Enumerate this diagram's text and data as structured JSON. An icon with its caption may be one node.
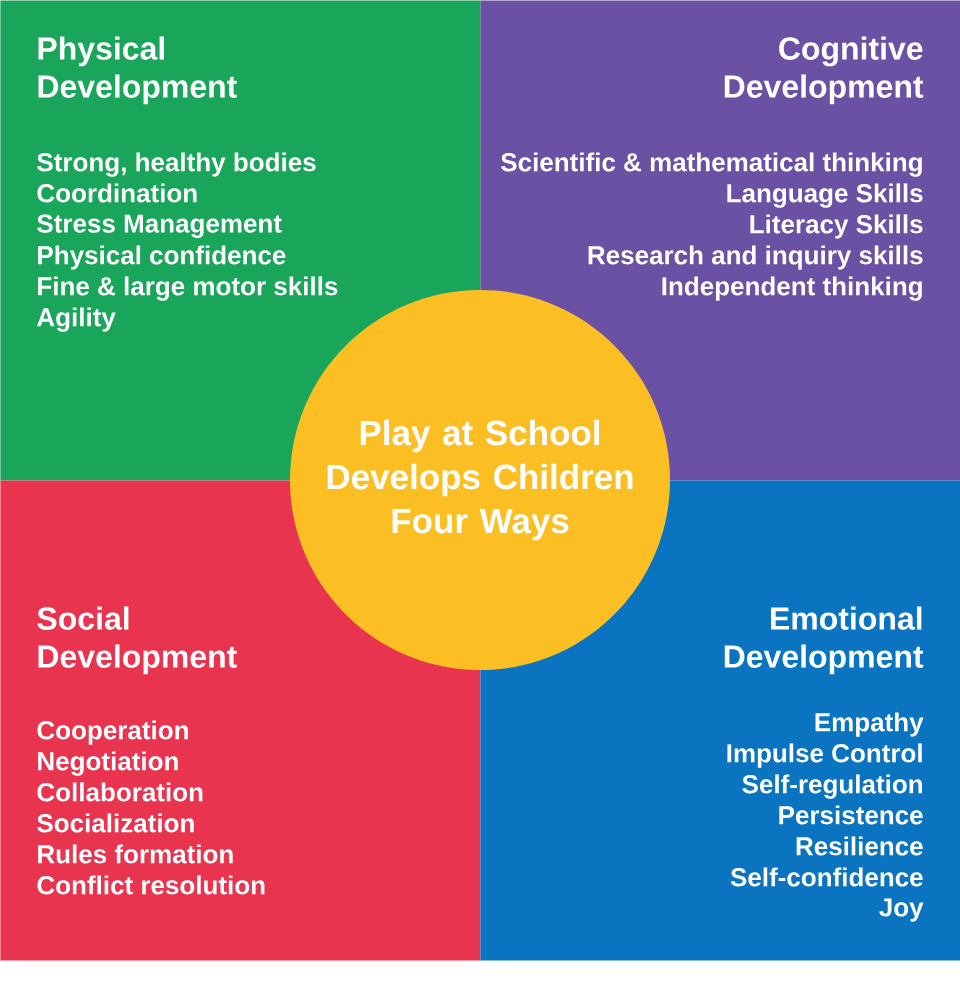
{
  "diagram": {
    "nodes": [
      {
        "text": [
          "Physical Development",
          "Strong, healthy bodies",
          "Coordination",
          "Stress Management",
          "Physical confidence",
          "Fine & large motor skills",
          "Agility"
        ]
      },
      {
        "text": [
          "Cognitive Development",
          "Scientific & mathematical thinking",
          "Language Skills",
          "Literacy Skills",
          "Research and inquiry skills",
          "Independent thinking"
        ]
      },
      {
        "text": [
          "Social Development",
          "Cooperation",
          "Negotiation",
          "Collaboration",
          "Socialization",
          "Rules formation",
          "Conflict resolution"
        ]
      },
      {
        "text": [
          "Emotional Development",
          "Empathy",
          "Impulse Control",
          "Self-regulation",
          "Persistence",
          "Resilience",
          "Self-confidence",
          "Joy"
        ]
      },
      {
        "text": [
          "Play at School Develops Children Four Ways"
        ]
      }
    ]
  }
}
